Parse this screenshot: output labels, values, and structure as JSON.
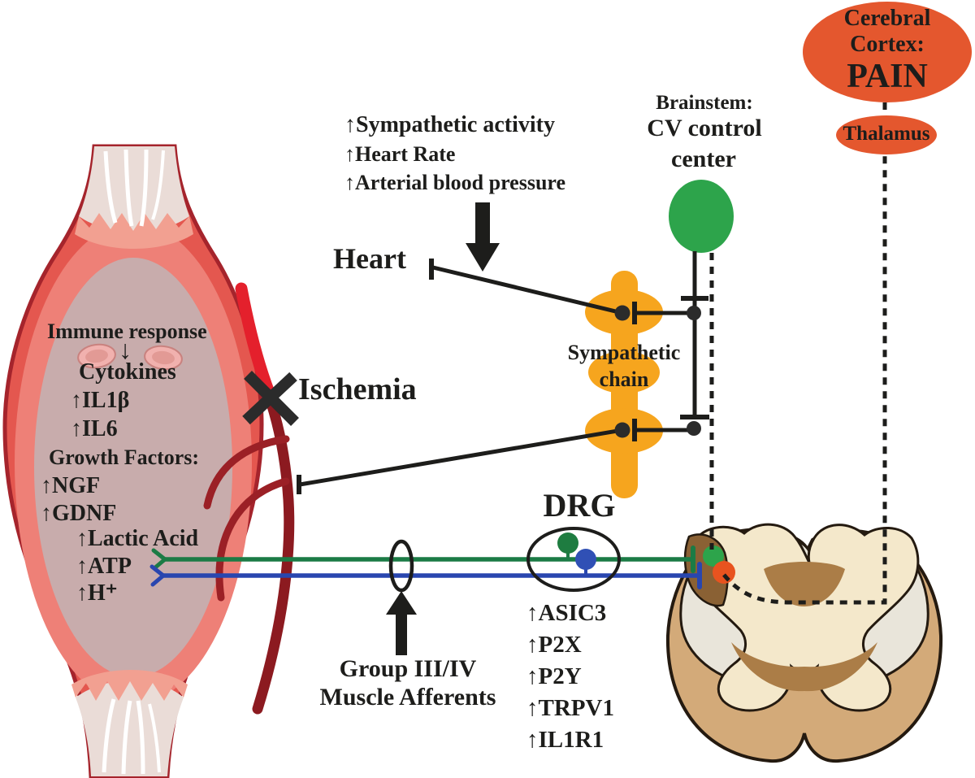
{
  "figure": {
    "effects": {
      "sympathetic_activity": "↑Sympathetic activity",
      "heart_rate": "↑Heart Rate",
      "arterial_bp": "↑Arterial blood pressure"
    },
    "heart": "Heart",
    "brainstem": {
      "title": "Brainstem:",
      "line1": "CV control",
      "line2": "center"
    },
    "sympathetic_chain": {
      "line1": "Sympathetic",
      "line2": "chain"
    },
    "ischemia": "Ischemia",
    "muscle": {
      "immune_response": "Immune response",
      "arrow_down": "↓",
      "cytokines": "Cytokines",
      "il1b": "↑IL1β",
      "il6": "↑IL6",
      "growth_factors": "Growth Factors:",
      "ngf": "↑NGF",
      "gdnf": "↑GDNF",
      "lactic_acid": "↑Lactic Acid",
      "atp": "↑ATP",
      "h_plus": "↑H⁺"
    },
    "drg": {
      "label": "DRG",
      "receptors": [
        "↑ASIC3",
        "↑P2X",
        "↑P2Y",
        "↑TRPV1",
        "↑IL1R1"
      ]
    },
    "afferents": {
      "line1": "Group III/IV",
      "line2": "Muscle Afferents"
    },
    "cortex": {
      "line1": "Cerebral",
      "line2": "Cortex:",
      "pain": "PAIN"
    },
    "thalamus": "Thalamus",
    "colors": {
      "cortex_orange": "#e4572e",
      "brainstem_green": "#2da44b",
      "chain_orange": "#f6a51e",
      "afferent_green": "#1b7b45",
      "afferent_blue": "#2946af",
      "spinal_dot_green": "#2da44b",
      "spinal_dot_orange": "#e8531f",
      "muscle_red": "#e4574f",
      "muscle_belly_gray": "#c8acac",
      "vessel_bright_red": "#e4202c",
      "vessel_dark_red": "#8c1a20",
      "cord_tan": "#d3aa79",
      "cord_cream": "#f4e8cb",
      "line_black": "#1d1d1b"
    }
  }
}
